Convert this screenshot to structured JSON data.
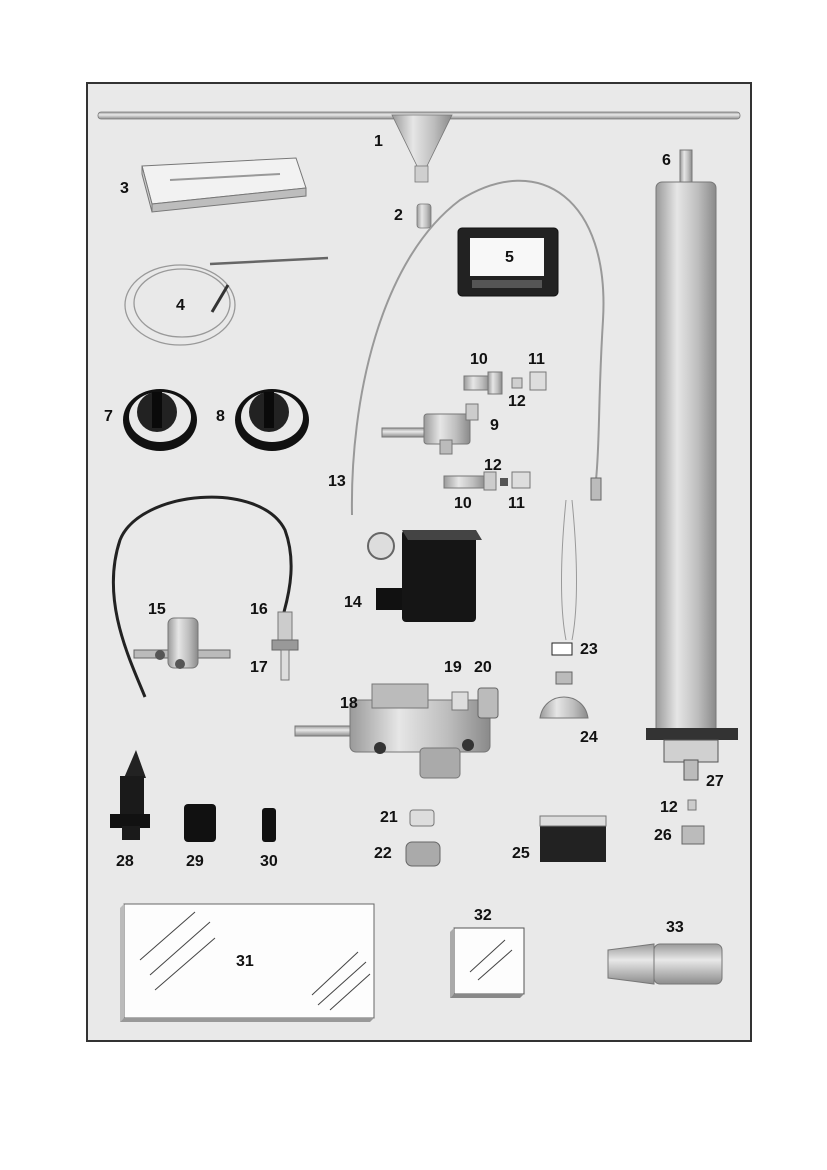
{
  "background": "#e9e9e9",
  "labels": {
    "n1": "1",
    "n2": "2",
    "n3": "3",
    "n4": "4",
    "n5": "5",
    "n6": "6",
    "n7": "7",
    "n8": "8",
    "n9": "9",
    "n10a": "10",
    "n11a": "11",
    "n12a": "12",
    "n12b": "12",
    "n10b": "10",
    "n11b": "11",
    "n13": "13",
    "n14": "14",
    "n15": "15",
    "n16": "16",
    "n17": "17",
    "n18": "18",
    "n19": "19",
    "n20": "20",
    "n21": "21",
    "n22": "22",
    "n23": "23",
    "n24": "24",
    "n25": "25",
    "n26": "26",
    "n12c": "12",
    "n27": "27",
    "n28": "28",
    "n29": "29",
    "n30": "30",
    "n31": "31",
    "n32": "32",
    "n33": "33"
  }
}
